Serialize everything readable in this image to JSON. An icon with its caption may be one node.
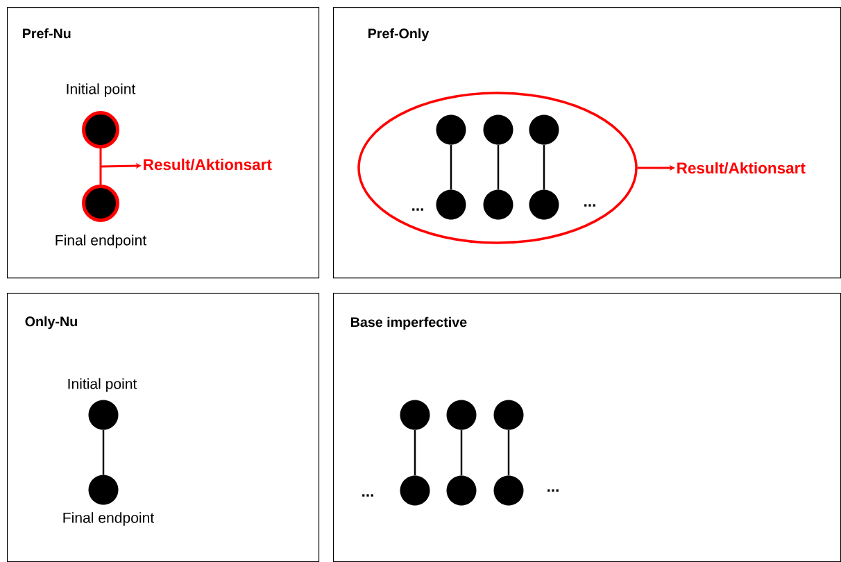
{
  "diagram": {
    "nodes": [
      {
        "text": [
          "Pref-Nu"
        ]
      },
      {
        "text": [],
        "shape": "circle",
        "in": 0,
        "beside": [
          "Initial point"
        ]
      },
      {
        "text": [],
        "shape": "circle",
        "in": 0,
        "beside": [
          "Final endpoint"
        ]
      },
      {
        "text": [
          "Result/Aktionsart"
        ],
        "in": 0
      },
      {
        "text": [
          "Pref-Only"
        ]
      },
      {
        "text": [],
        "shape": "ellipse",
        "in": 4
      },
      {
        "text": [],
        "shape": "circle",
        "in": 5
      },
      {
        "text": [],
        "shape": "circle",
        "in": 5
      },
      {
        "text": [],
        "shape": "circle",
        "in": 5
      },
      {
        "text": [],
        "shape": "circle",
        "in": 5
      },
      {
        "text": [],
        "shape": "circle",
        "in": 5
      },
      {
        "text": [],
        "shape": "circle",
        "in": 5
      },
      {
        "text": [
          "Result/Aktionsart"
        ],
        "in": 4
      },
      {
        "text": [
          "Only-Nu"
        ]
      },
      {
        "text": [],
        "shape": "circle",
        "in": 13,
        "beside": [
          "Initial point"
        ]
      },
      {
        "text": [],
        "shape": "circle",
        "in": 13,
        "beside": [
          "Final endpoint"
        ]
      },
      {
        "text": [
          "Base imperfective"
        ]
      },
      {
        "text": [],
        "shape": "circle",
        "in": 16
      },
      {
        "text": [],
        "shape": "circle",
        "in": 16
      },
      {
        "text": [],
        "shape": "circle",
        "in": 16
      },
      {
        "text": [],
        "shape": "circle",
        "in": 16
      },
      {
        "text": [],
        "shape": "circle",
        "in": 16
      },
      {
        "text": [],
        "shape": "circle",
        "in": 16
      }
    ],
    "edges": [
      {
        "from": 1,
        "to": 2,
        "arrow": "none",
        "color": "#ff0000"
      },
      {
        "from": null,
        "to": 3,
        "arrow": "to",
        "color": "#ff0000"
      },
      {
        "from": 6,
        "to": 9,
        "arrow": "none"
      },
      {
        "from": 7,
        "to": 10,
        "arrow": "none"
      },
      {
        "from": 8,
        "to": 11,
        "arrow": "none"
      },
      {
        "from": 5,
        "to": 12,
        "arrow": "to",
        "color": "#ff0000"
      },
      {
        "from": 14,
        "to": 15,
        "arrow": "none"
      },
      {
        "from": 17,
        "to": 20,
        "arrow": "none"
      },
      {
        "from": 18,
        "to": 21,
        "arrow": "none"
      },
      {
        "from": 19,
        "to": 22,
        "arrow": "none"
      }
    ],
    "labels": [
      "...",
      "...",
      "...",
      "..."
    ]
  }
}
